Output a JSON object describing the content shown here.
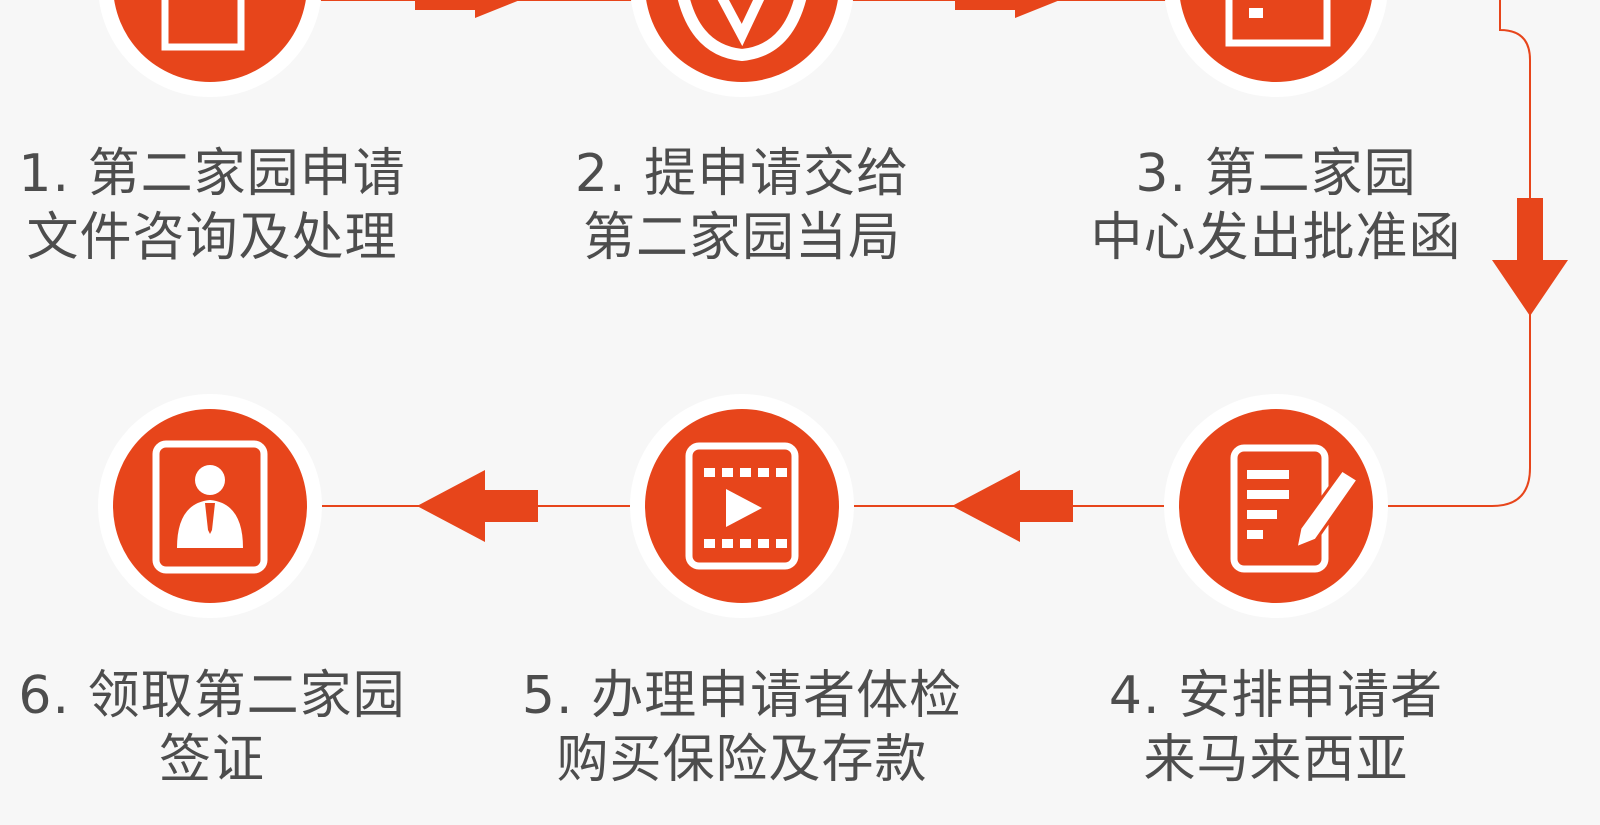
{
  "colors": {
    "accent": "#e7451b",
    "halo": "#ffffff",
    "background": "#f7f7f7",
    "text": "#4d4d4d"
  },
  "steps": [
    {
      "number": "1.",
      "line1": "第二家园申请",
      "line2": "文件咨询及处理",
      "icon": "document-icon"
    },
    {
      "number": "2.",
      "line1": "提申请交给",
      "line2": "第二家园当局",
      "icon": "shield-check-icon"
    },
    {
      "number": "3.",
      "line1": "第二家园",
      "line2": "中心发出批准函",
      "icon": "letter-icon"
    },
    {
      "number": "4.",
      "line1": "安排申请者",
      "line2": "来马来西亚",
      "icon": "form-pencil-icon"
    },
    {
      "number": "5.",
      "line1": "办理申请者体检",
      "line2": "购买保险及存款",
      "icon": "video-play-icon"
    },
    {
      "number": "6.",
      "line1": "领取第二家园",
      "line2": "签证",
      "icon": "visa-portrait-icon"
    }
  ]
}
